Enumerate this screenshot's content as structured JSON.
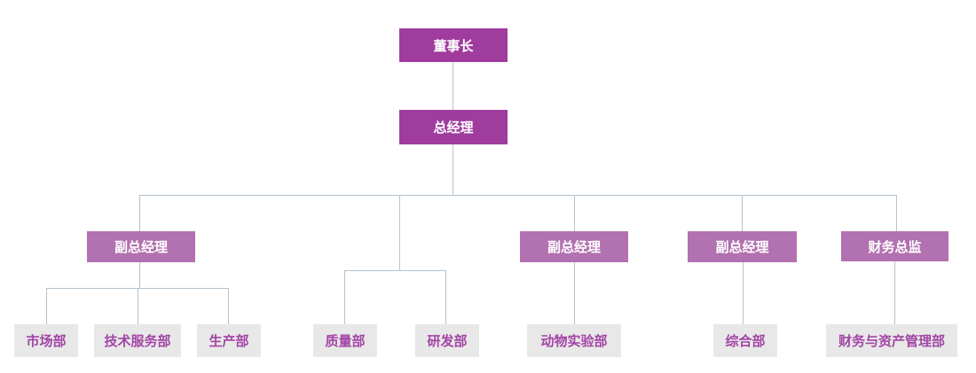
{
  "nodes": {
    "chairman": {
      "label": "董事长",
      "level": 1
    },
    "general_manager": {
      "label": "总经理",
      "level": 2
    },
    "deputy_gm_1": {
      "label": "副总经理",
      "level": 3
    },
    "deputy_gm_2": {
      "label": "副总经理",
      "level": 3
    },
    "deputy_gm_3": {
      "label": "副总经理",
      "level": 3
    },
    "finance_director": {
      "label": "财务总监",
      "level": 3
    },
    "marketing_dept": {
      "label": "市场部",
      "level": 4
    },
    "tech_service_dept": {
      "label": "技术服务部",
      "level": 4
    },
    "production_dept": {
      "label": "生产部",
      "level": 4
    },
    "quality_dept": {
      "label": "质量部",
      "level": 4
    },
    "rnd_dept": {
      "label": "研发部",
      "level": 4
    },
    "animal_lab_dept": {
      "label": "动物实验部",
      "level": 4
    },
    "general_affairs_dept": {
      "label": "综合部",
      "level": 4
    },
    "finance_asset_dept": {
      "label": "财务与资产管理部",
      "level": 4
    }
  },
  "edges": [
    [
      "chairman",
      "general_manager"
    ],
    [
      "general_manager",
      "deputy_gm_1"
    ],
    [
      "general_manager",
      "quality_dept"
    ],
    [
      "general_manager",
      "rnd_dept"
    ],
    [
      "general_manager",
      "deputy_gm_2"
    ],
    [
      "general_manager",
      "deputy_gm_3"
    ],
    [
      "general_manager",
      "finance_director"
    ],
    [
      "deputy_gm_1",
      "marketing_dept"
    ],
    [
      "deputy_gm_1",
      "tech_service_dept"
    ],
    [
      "deputy_gm_1",
      "production_dept"
    ],
    [
      "deputy_gm_2",
      "animal_lab_dept"
    ],
    [
      "deputy_gm_3",
      "general_affairs_dept"
    ],
    [
      "finance_director",
      "finance_asset_dept"
    ]
  ],
  "colors": {
    "level1_fill": "#a03c9e",
    "level3_fill": "#b271b0",
    "dept_fill": "#e8e8e8",
    "dept_text": "#a245a5",
    "box_text": "#ffffff",
    "connector": "#b4c3ce"
  }
}
